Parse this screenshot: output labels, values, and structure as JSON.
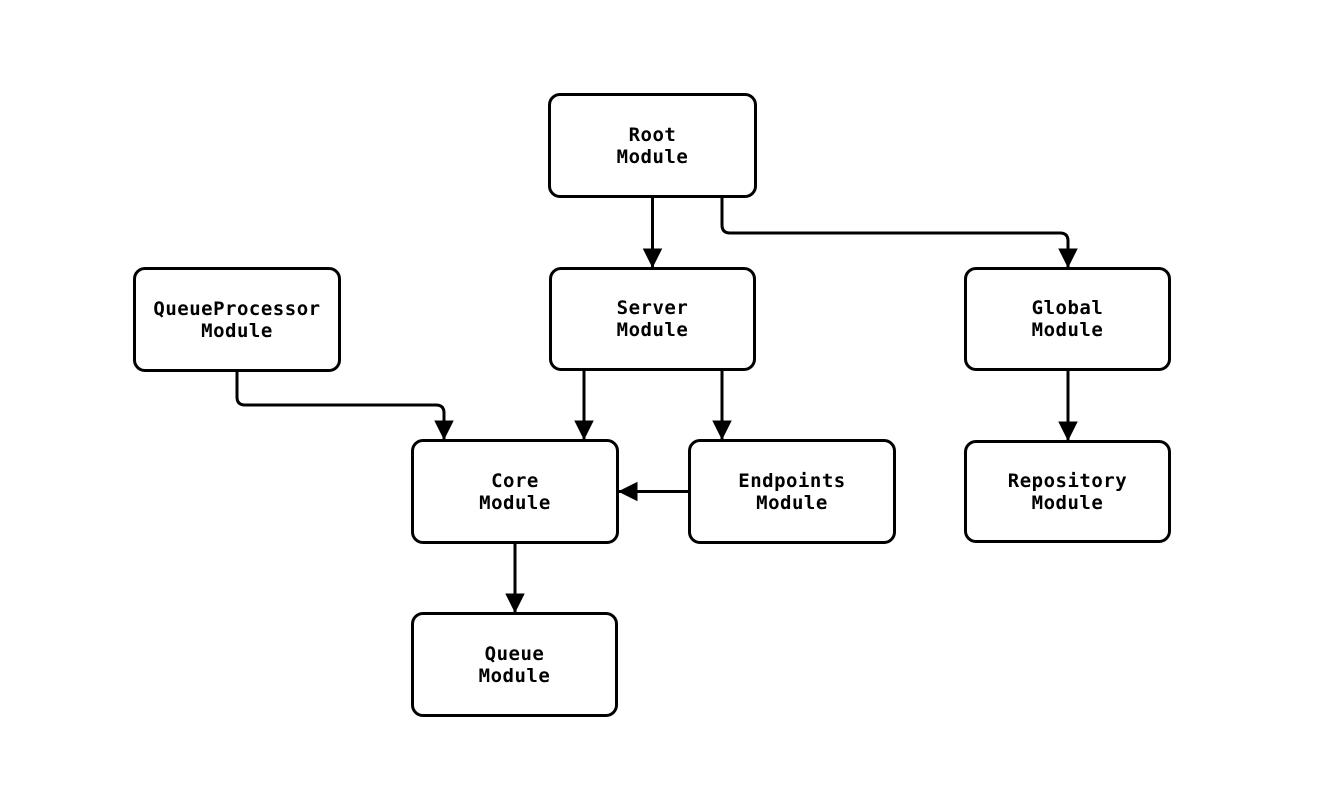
{
  "diagram": {
    "type": "flowchart",
    "direction": "top-down",
    "colors": {
      "background": "#ffffff",
      "node_fill": "#ffffff",
      "node_border": "#000000",
      "edge": "#000000",
      "text": "#000000"
    },
    "nodes": [
      {
        "id": "root",
        "label": "Root\nModule"
      },
      {
        "id": "queueprocessor",
        "label": "QueueProcessor\nModule"
      },
      {
        "id": "server",
        "label": "Server\nModule"
      },
      {
        "id": "global",
        "label": "Global\nModule"
      },
      {
        "id": "core",
        "label": "Core\nModule"
      },
      {
        "id": "endpoints",
        "label": "Endpoints\nModule"
      },
      {
        "id": "repository",
        "label": "Repository\nModule"
      },
      {
        "id": "queue",
        "label": "Queue\nModule"
      }
    ],
    "edges": [
      {
        "from": "root",
        "to": "server"
      },
      {
        "from": "root",
        "to": "global"
      },
      {
        "from": "queueprocessor",
        "to": "core"
      },
      {
        "from": "server",
        "to": "core"
      },
      {
        "from": "server",
        "to": "endpoints"
      },
      {
        "from": "endpoints",
        "to": "core"
      },
      {
        "from": "global",
        "to": "repository"
      },
      {
        "from": "core",
        "to": "queue"
      }
    ]
  }
}
